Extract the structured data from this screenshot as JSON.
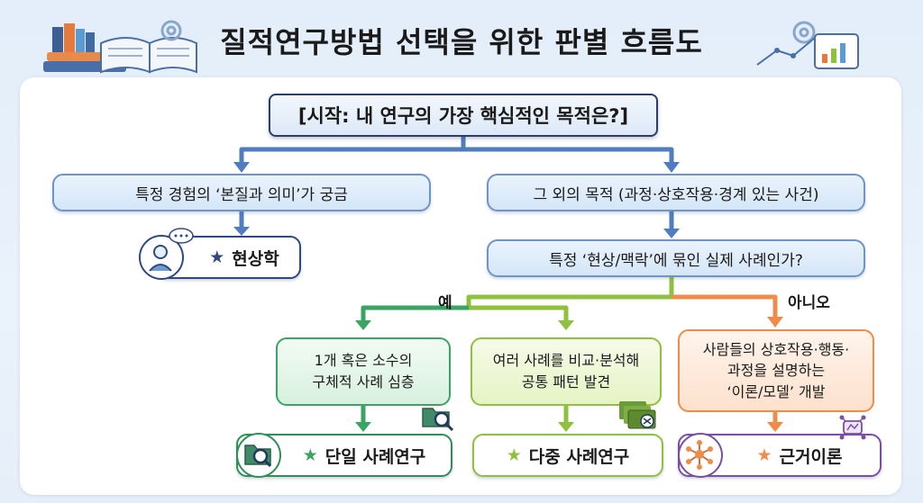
{
  "title": "질적연구방법 선택을 위한 판별 흐름도",
  "nodes": {
    "start": "[시작: 내 연구의 가장 핵심적인 목적은?]",
    "essence_question": "특정 경험의 ‘본질과 의미’가 궁금",
    "other_purpose": "그 외의 목적 (과정·상호작용·경계 있는 사건)",
    "case_question": "특정 ‘현상/맥락’에 묶인 실제 사례인가?",
    "single_case_desc_1": "1개 혹은 소수의",
    "single_case_desc_2": "구체적 사례 심층",
    "multi_case_desc_1": "여러 사례를 비교·분석해",
    "multi_case_desc_2": "공통 패턴 발견",
    "theory_desc_1": "사람들의 상호작용·행동·",
    "theory_desc_2": "과정을 설명하는",
    "theory_desc_3": "‘이론/모델’ 개발"
  },
  "results": {
    "phenomenology": "현상학",
    "single_case": "단일 사례연구",
    "multi_case": "다중 사례연구",
    "grounded_theory": "근거이론"
  },
  "branch_labels": {
    "yes": "예",
    "no": "아니오"
  },
  "icons": {
    "star": "★",
    "phenomenology": "thinking-person-icon",
    "single_case": "folder-magnifier-icon",
    "multi_case": "stacked-folders-icon",
    "grounded_theory": "network-hub-icon"
  },
  "colors": {
    "flow_blue": "#4f7dc0",
    "yes_green": "#3aa563",
    "lime": "#8fc03f",
    "no_orange": "#ef8c4a",
    "purple": "#7a4fa2",
    "navy": "#2f4a80"
  }
}
